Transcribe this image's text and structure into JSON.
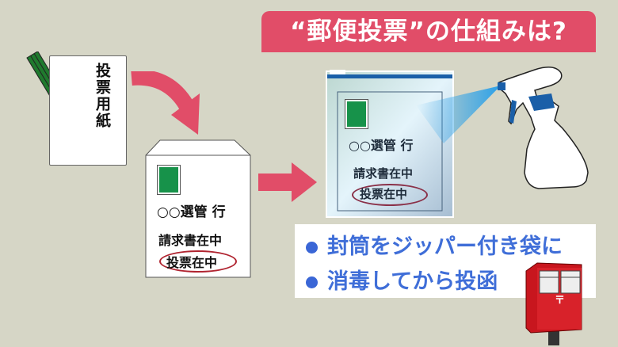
{
  "title": "“郵便投票”の仕組みは?",
  "ballot": {
    "label": "投票用紙"
  },
  "envelope": {
    "addressee": "○○選管 行",
    "line1": "請求書在中",
    "line2": "投票在中"
  },
  "bag": {
    "addressee": "○○選管 行",
    "line1": "請求書在中",
    "line2": "投票在中"
  },
  "bullets": [
    "封筒をジッパー付き袋に",
    "消毒してから投函"
  ],
  "postbox": {
    "mark": "〒"
  },
  "colors": {
    "background": "#d6d6c6",
    "accent": "#e14d68",
    "bullet_text": "#3f6ed8",
    "stamp": "#17924a"
  }
}
